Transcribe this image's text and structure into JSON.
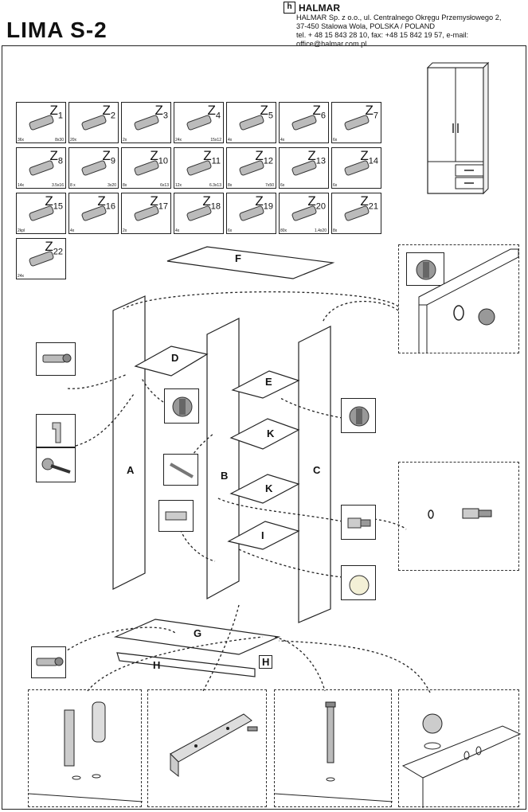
{
  "header": {
    "title": "LIMA S-2",
    "brand": "HALMAR",
    "brand_logo": "h",
    "address_line1": "HALMAR Sp. z o.o., ul. Centralnego Okręgu Przemysłowego 2,",
    "address_line2": "37-450 Stalowa Wola, POLSKA  / POLAND",
    "address_line3": "tel. + 48 15 843 28 10, fax: +48 15 842 19 57, e-mail: office@halmar.com.pl"
  },
  "parts": [
    {
      "id": "Z",
      "n": "1",
      "qty": "36x",
      "size": "8x30",
      "icon": "dowel-icon"
    },
    {
      "id": "Z",
      "n": "2",
      "qty": "20x",
      "size": "",
      "icon": "connector-bolt-icon"
    },
    {
      "id": "Z",
      "n": "3",
      "qty": "2x",
      "size": "",
      "icon": "pin-icon"
    },
    {
      "id": "Z",
      "n": "4",
      "qty": "24x",
      "size": "15x12",
      "icon": "cam-lock-icon"
    },
    {
      "id": "Z",
      "n": "5",
      "qty": "4x",
      "size": "",
      "icon": "cam-housing-icon"
    },
    {
      "id": "Z",
      "n": "6",
      "qty": "4x",
      "size": "",
      "icon": "anchor-icon"
    },
    {
      "id": "Z",
      "n": "7",
      "qty": "6x",
      "size": "",
      "icon": "long-screw-icon"
    },
    {
      "id": "Z",
      "n": "8",
      "qty": "14x",
      "size": "3.5x16",
      "icon": "screw-icon"
    },
    {
      "id": "Z",
      "n": "9",
      "qty": "8 x",
      "size": "3x20",
      "icon": "screw-icon"
    },
    {
      "id": "Z",
      "n": "10",
      "qty": "8x",
      "size": "6x13",
      "icon": "plug-icon"
    },
    {
      "id": "Z",
      "n": "11",
      "qty": "12x",
      "size": "6.3x13",
      "icon": "insert-icon"
    },
    {
      "id": "Z",
      "n": "12",
      "qty": "8x",
      "size": "7x50",
      "icon": "confirmat-icon"
    },
    {
      "id": "Z",
      "n": "13",
      "qty": "6x",
      "size": "",
      "icon": "hinge-plate-icon"
    },
    {
      "id": "Z",
      "n": "14",
      "qty": "6x",
      "size": "",
      "icon": "hinge-icon"
    },
    {
      "id": "Z",
      "n": "15",
      "qty": "2kpl",
      "size": "",
      "icon": "drawer-runner-icon"
    },
    {
      "id": "Z",
      "n": "16",
      "qty": "4x",
      "size": "",
      "icon": "rod-icon"
    },
    {
      "id": "Z",
      "n": "17",
      "qty": "2x",
      "size": "",
      "icon": "bracket-icon"
    },
    {
      "id": "Z",
      "n": "18",
      "qty": "4x",
      "size": "",
      "icon": "glide-icon"
    },
    {
      "id": "Z",
      "n": "19",
      "qty": "6x",
      "size": "",
      "icon": "shelf-pin-icon"
    },
    {
      "id": "Z",
      "n": "20",
      "qty": "80x",
      "size": "1.4x20",
      "icon": "nail-icon"
    },
    {
      "id": "Z",
      "n": "21",
      "qty": "8x",
      "size": "",
      "icon": "cap-icon"
    },
    {
      "id": "Z",
      "n": "22",
      "qty": "24x",
      "size": "",
      "icon": "cap-icon"
    }
  ],
  "panels": {
    "A": "A",
    "B": "B",
    "C": "C",
    "D": "D",
    "E": "E",
    "F": "F",
    "G": "G",
    "H1": "H",
    "H2": "H",
    "I": "I",
    "K1": "K",
    "K2": "K"
  }
}
